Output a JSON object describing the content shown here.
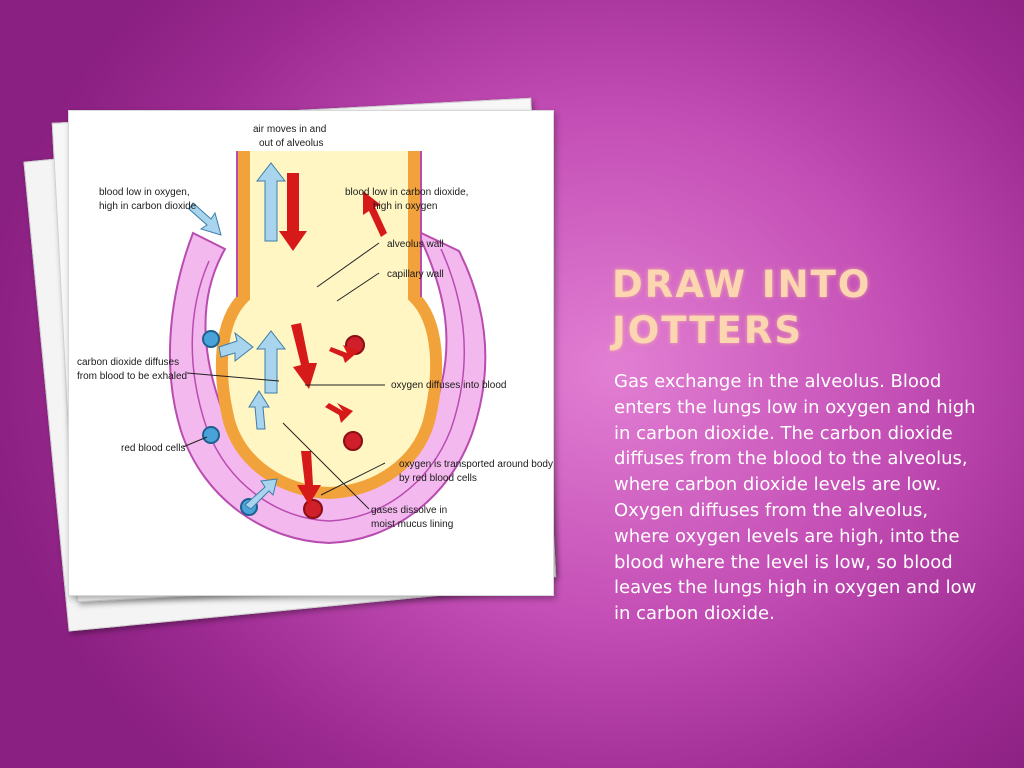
{
  "slide": {
    "title": "DRAW INTO JOTTERS",
    "body": "Gas exchange in the alveolus. Blood enters the lungs low in oxygen and high in carbon dioxide. The carbon dioxide diffuses from the blood to the alveolus, where carbon dioxide levels are low. Oxygen diffuses from the alveolus, where oxygen levels are high, into the blood where the level is low, so blood leaves the lungs high in oxygen and low in carbon dioxide."
  },
  "diagram": {
    "labels": {
      "air_line1": "air moves in and",
      "air_line2": "out of alveolus",
      "blood_low_o2_line1": "blood low in oxygen,",
      "blood_low_o2_line2": "high in carbon dioxide",
      "blood_low_co2_line1": "blood low in carbon dioxide,",
      "blood_low_co2_line2": "high in oxygen",
      "alveolus_wall": "alveolus wall",
      "capillary_wall": "capillary wall",
      "co2_diffuses_line1": "carbon dioxide diffuses",
      "co2_diffuses_line2": "from blood to be exhaled",
      "oxygen_diffuses": "oxygen diffuses into blood",
      "red_blood_cells": "red blood cells",
      "oxygen_transported_line1": "oxygen is transported around body",
      "oxygen_transported_line2": "by red blood cells",
      "gases_dissolve_line1": "gases dissolve in",
      "gases_dissolve_line2": "moist mucus lining"
    },
    "colors": {
      "capillary": "#f0aeea",
      "capillary_edge": "#b94cb0",
      "alveolus_wall": "#f2a23a",
      "alveolus_inside": "#fff8c8",
      "oxygen_arrow": "#d61a1a",
      "co2_arrow": "#a8d4ee",
      "red_cell": "#cf1f2a",
      "blue_cell": "#4aa3d8"
    }
  }
}
